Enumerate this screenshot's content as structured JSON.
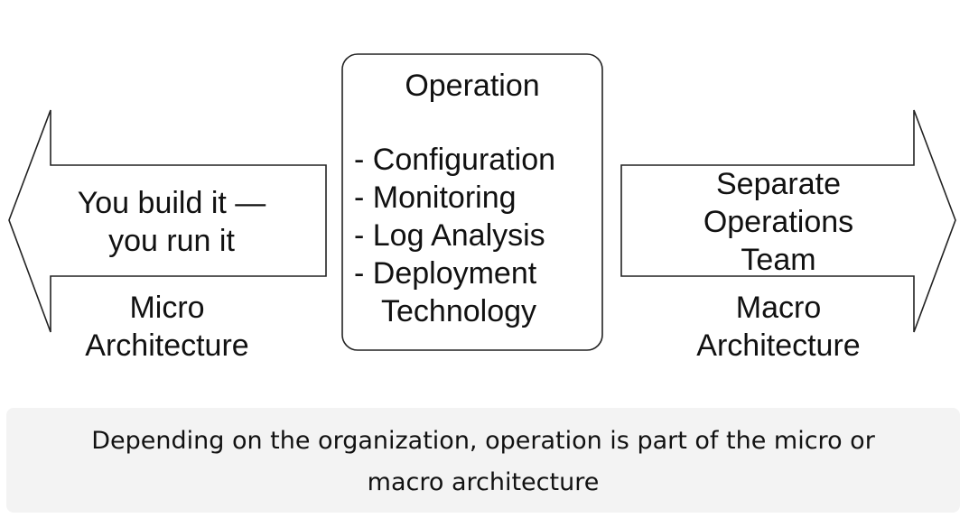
{
  "diagram": {
    "left_arrow": {
      "lines": [
        "You build it —",
        "you run it"
      ]
    },
    "left_caption": {
      "lines": [
        "Micro",
        "Architecture"
      ]
    },
    "center_box": {
      "title": "Operation",
      "items": [
        "- Configuration",
        "- Monitoring",
        "- Log Analysis",
        "- Deployment",
        "Technology"
      ]
    },
    "right_arrow": {
      "lines": [
        "Separate",
        "Operations",
        "Team"
      ]
    },
    "right_caption": {
      "lines": [
        "Macro",
        "Architecture"
      ]
    }
  },
  "caption": {
    "lines": [
      "Depending on the organization, operation is part of the micro or",
      "macro architecture"
    ]
  }
}
